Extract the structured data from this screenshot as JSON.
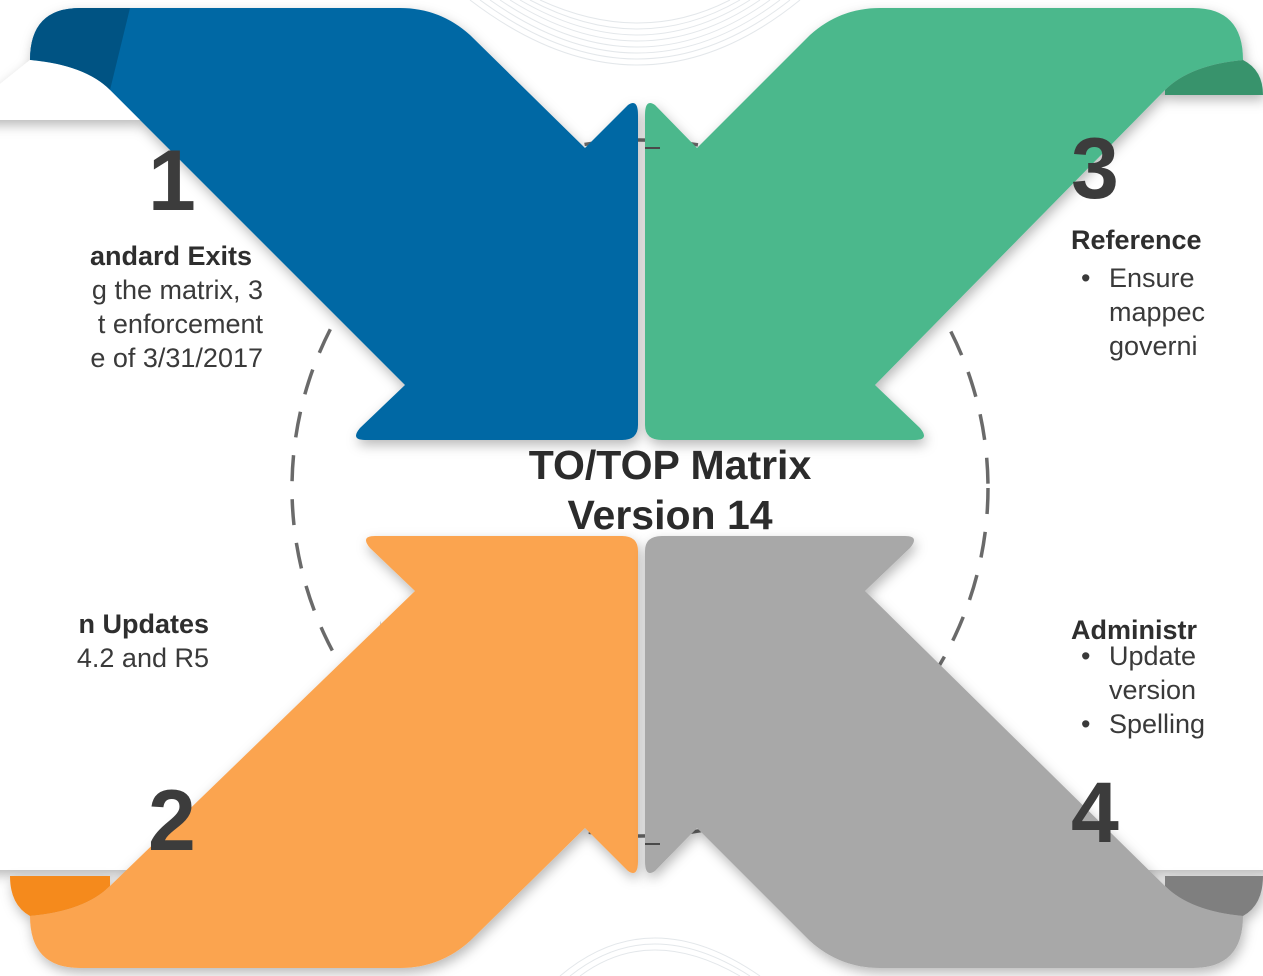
{
  "center": {
    "title_line1": "TO/TOP Matrix",
    "title_line2": "Version 14"
  },
  "colors": {
    "blue": "#0368A4",
    "green": "#4CB88C",
    "orange": "#FBA450",
    "gray": "#A8A8A8"
  },
  "quadrants": {
    "q1": {
      "number": "1",
      "heading": "andard Exits",
      "lines": [
        "g the matrix, 3",
        "t enforcement",
        "e of 3/31/2017"
      ]
    },
    "q2": {
      "number": "2",
      "heading": "n Updates",
      "lines": [
        "4.2 and R5"
      ]
    },
    "q3": {
      "number": "3",
      "heading": "Reference",
      "bullets": [
        {
          "lines": [
            "Ensure",
            "mappec",
            "governi"
          ]
        }
      ]
    },
    "q4": {
      "number": "4",
      "heading": "Administr",
      "bullets": [
        {
          "lines": [
            "Update",
            "version"
          ]
        },
        {
          "lines": [
            "Spelling"
          ]
        }
      ]
    }
  }
}
